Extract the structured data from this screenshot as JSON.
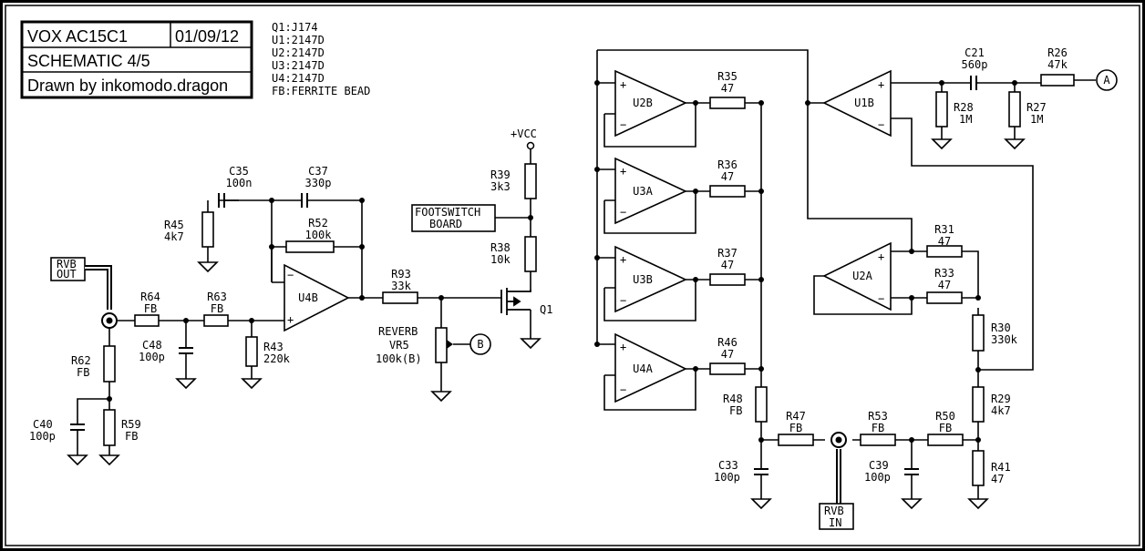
{
  "title_block": {
    "line1": "VOX AC15C1",
    "date": "01/09/12",
    "line2": "SCHEMATIC 4/5",
    "line3": "Drawn by inkomodo.dragon"
  },
  "legend": [
    "Q1:J174",
    "U1:2147D",
    "U2:2147D",
    "U3:2147D",
    "U4:2147D",
    "FB:FERRITE BEAD"
  ],
  "connectors": {
    "rvb_out": [
      "RVB",
      "OUT"
    ],
    "rvb_in": [
      "RVB",
      "IN"
    ]
  },
  "power": {
    "vcc": "+VCC"
  },
  "footswitch": [
    "FOOTSWITCH",
    "BOARD"
  ],
  "pot": {
    "name": "REVERB",
    "ref": "VR5",
    "value": "100k(B)"
  },
  "q1": "Q1",
  "refs": {
    "a": "A",
    "b": "B"
  },
  "opamps": {
    "u4b": "U4B",
    "u2b": "U2B",
    "u3a": "U3A",
    "u3b": "U3B",
    "u4a": "U4A",
    "u1b": "U1B",
    "u2a": "U2A"
  },
  "opamp_signs": {
    "plus": "+",
    "minus": "−"
  },
  "parts": {
    "c35": [
      "C35",
      "100n"
    ],
    "c37": [
      "C37",
      "330p"
    ],
    "r45": [
      "R45",
      "4k7"
    ],
    "r52": [
      "R52",
      "100k"
    ],
    "r64": [
      "R64",
      "FB"
    ],
    "r63": [
      "R63",
      "FB"
    ],
    "c48": [
      "C48",
      "100p"
    ],
    "r43": [
      "R43",
      "220k"
    ],
    "r62": [
      "R62",
      "FB"
    ],
    "c40": [
      "C40",
      "100p"
    ],
    "r59": [
      "R59",
      "FB"
    ],
    "r93": [
      "R93",
      "33k"
    ],
    "r39": [
      "R39",
      "3k3"
    ],
    "r38": [
      "R38",
      "10k"
    ],
    "r35": [
      "R35",
      "47"
    ],
    "r36": [
      "R36",
      "47"
    ],
    "r37": [
      "R37",
      "47"
    ],
    "r46": [
      "R46",
      "47"
    ],
    "r48": [
      "R48",
      "FB"
    ],
    "r47": [
      "R47",
      "FB"
    ],
    "c33": [
      "C33",
      "100p"
    ],
    "r53": [
      "R53",
      "FB"
    ],
    "c39": [
      "C39",
      "100p"
    ],
    "r50": [
      "R50",
      "FB"
    ],
    "r41": [
      "R41",
      "47"
    ],
    "r29": [
      "R29",
      "4k7"
    ],
    "r30": [
      "R30",
      "330k"
    ],
    "r31": [
      "R31",
      "47"
    ],
    "r33": [
      "R33",
      "47"
    ],
    "c21": [
      "C21",
      "560p"
    ],
    "r26": [
      "R26",
      "47k"
    ],
    "r28": [
      "R28",
      "1M"
    ],
    "r27": [
      "R27",
      "1M"
    ]
  }
}
